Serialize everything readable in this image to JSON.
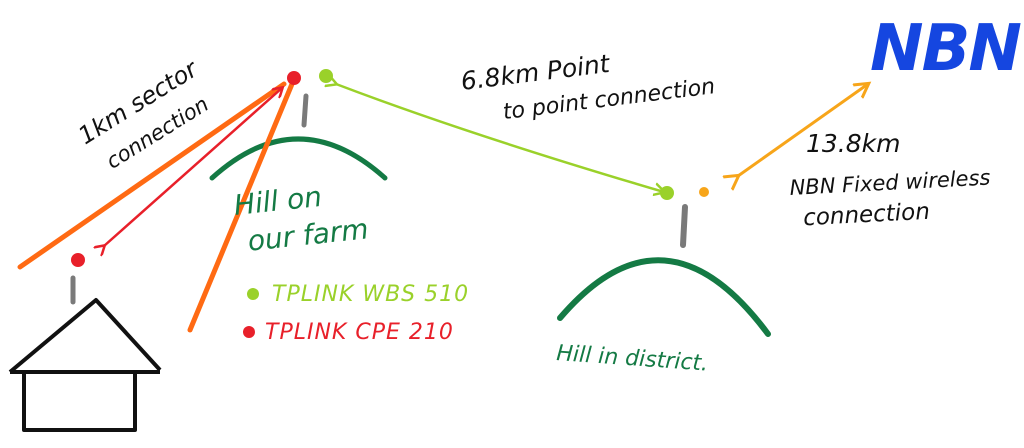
{
  "labels": {
    "nbn_logo": "NBN",
    "sector_line1": "1km sector",
    "sector_line2": "connection",
    "p2p_line1": "6.8km Point",
    "p2p_line2": "to point connection",
    "nbn_distance": "13.8km",
    "nbn_line1": "NBN Fixed wireless",
    "nbn_line2": "connection",
    "hill_farm_line1": "Hill on",
    "hill_farm_line2": "our farm",
    "legend_green": "TPLINK WBS 510",
    "legend_red": "TPLINK CPE 210",
    "hill_district": "Hill in district."
  },
  "colors": {
    "red": "#e8202a",
    "green_device": "#9ad12a",
    "orange": "#ff6a13",
    "amber": "#f7a51a",
    "hill_green": "#147a44",
    "nbn_blue": "#1546e0",
    "black": "#111111",
    "pole_gray": "#7a7a7a"
  }
}
